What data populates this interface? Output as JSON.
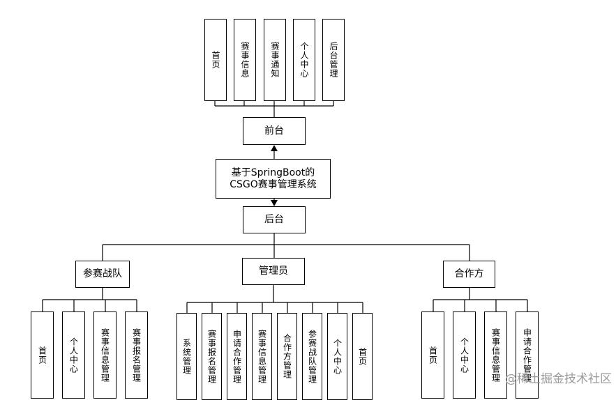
{
  "top_nodes": [
    {
      "label": "首页"
    },
    {
      "label": "赛事信息"
    },
    {
      "label": "赛事通知"
    },
    {
      "label": "个人中心"
    },
    {
      "label": "后台管理"
    }
  ],
  "frontend": "前台",
  "system": {
    "line1": "基于SpringBoot的",
    "line2": "CSGO赛事管理系统"
  },
  "backend": "后台",
  "roles": [
    {
      "label": "参赛战队",
      "children": [
        {
          "label": "首页"
        },
        {
          "label": "个人中心"
        },
        {
          "label": "赛事信息管理"
        },
        {
          "label": "赛事报名管理"
        }
      ]
    },
    {
      "label": "管理员",
      "children": [
        {
          "label": "系统管理"
        },
        {
          "label": "赛事报名管理"
        },
        {
          "label": "申请合作管理"
        },
        {
          "label": "赛事信息管理"
        },
        {
          "label": "合作方管理"
        },
        {
          "label": "参赛战队管理"
        },
        {
          "label": "个人中心"
        },
        {
          "label": "首页"
        }
      ]
    },
    {
      "label": "合作方",
      "children": [
        {
          "label": "首页"
        },
        {
          "label": "个人中心"
        },
        {
          "label": "赛事信息管理"
        },
        {
          "label": "申请合作管理"
        }
      ]
    }
  ],
  "watermark": "@稀土掘金技术社区"
}
